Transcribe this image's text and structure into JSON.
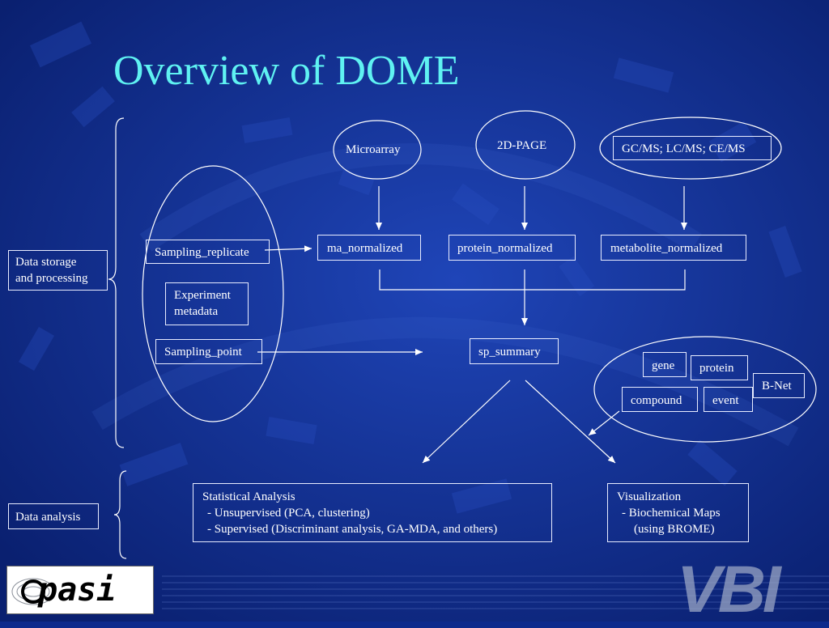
{
  "title": "Overview of DOME",
  "sources": {
    "microarray": "Microarray",
    "page2d": "2D-PAGE",
    "gcms": "GC/MS; LC/MS; CE/MS"
  },
  "normalized": {
    "ma": "ma_normalized",
    "protein": "protein_normalized",
    "metabolite": "metabolite_normalized"
  },
  "sampling": {
    "replicate": "Sampling_replicate",
    "metadata_line1": "Experiment",
    "metadata_line2": "metadata",
    "point": "Sampling_point"
  },
  "summary": "sp_summary",
  "bnet": {
    "gene": "gene",
    "protein": "protein",
    "compound": "compound",
    "event": "event",
    "label": "B-Net"
  },
  "sections": {
    "storage_line1": "Data storage",
    "storage_line2": "and processing",
    "analysis": "Data analysis"
  },
  "statistical": {
    "heading": "Statistical Analysis",
    "item1": "-  Unsupervised (PCA, clustering)",
    "item2": "-  Supervised (Discriminant analysis, GA-MDA, and others)"
  },
  "visualization": {
    "heading": "Visualization",
    "item1": "-  Biochemical Maps",
    "item2": "(using BROME)"
  },
  "logos": {
    "left": "pasi",
    "right": "VBI"
  },
  "colors": {
    "background": "#0d2a8c",
    "title": "#5ff2f2",
    "lines": "#ffffff"
  }
}
